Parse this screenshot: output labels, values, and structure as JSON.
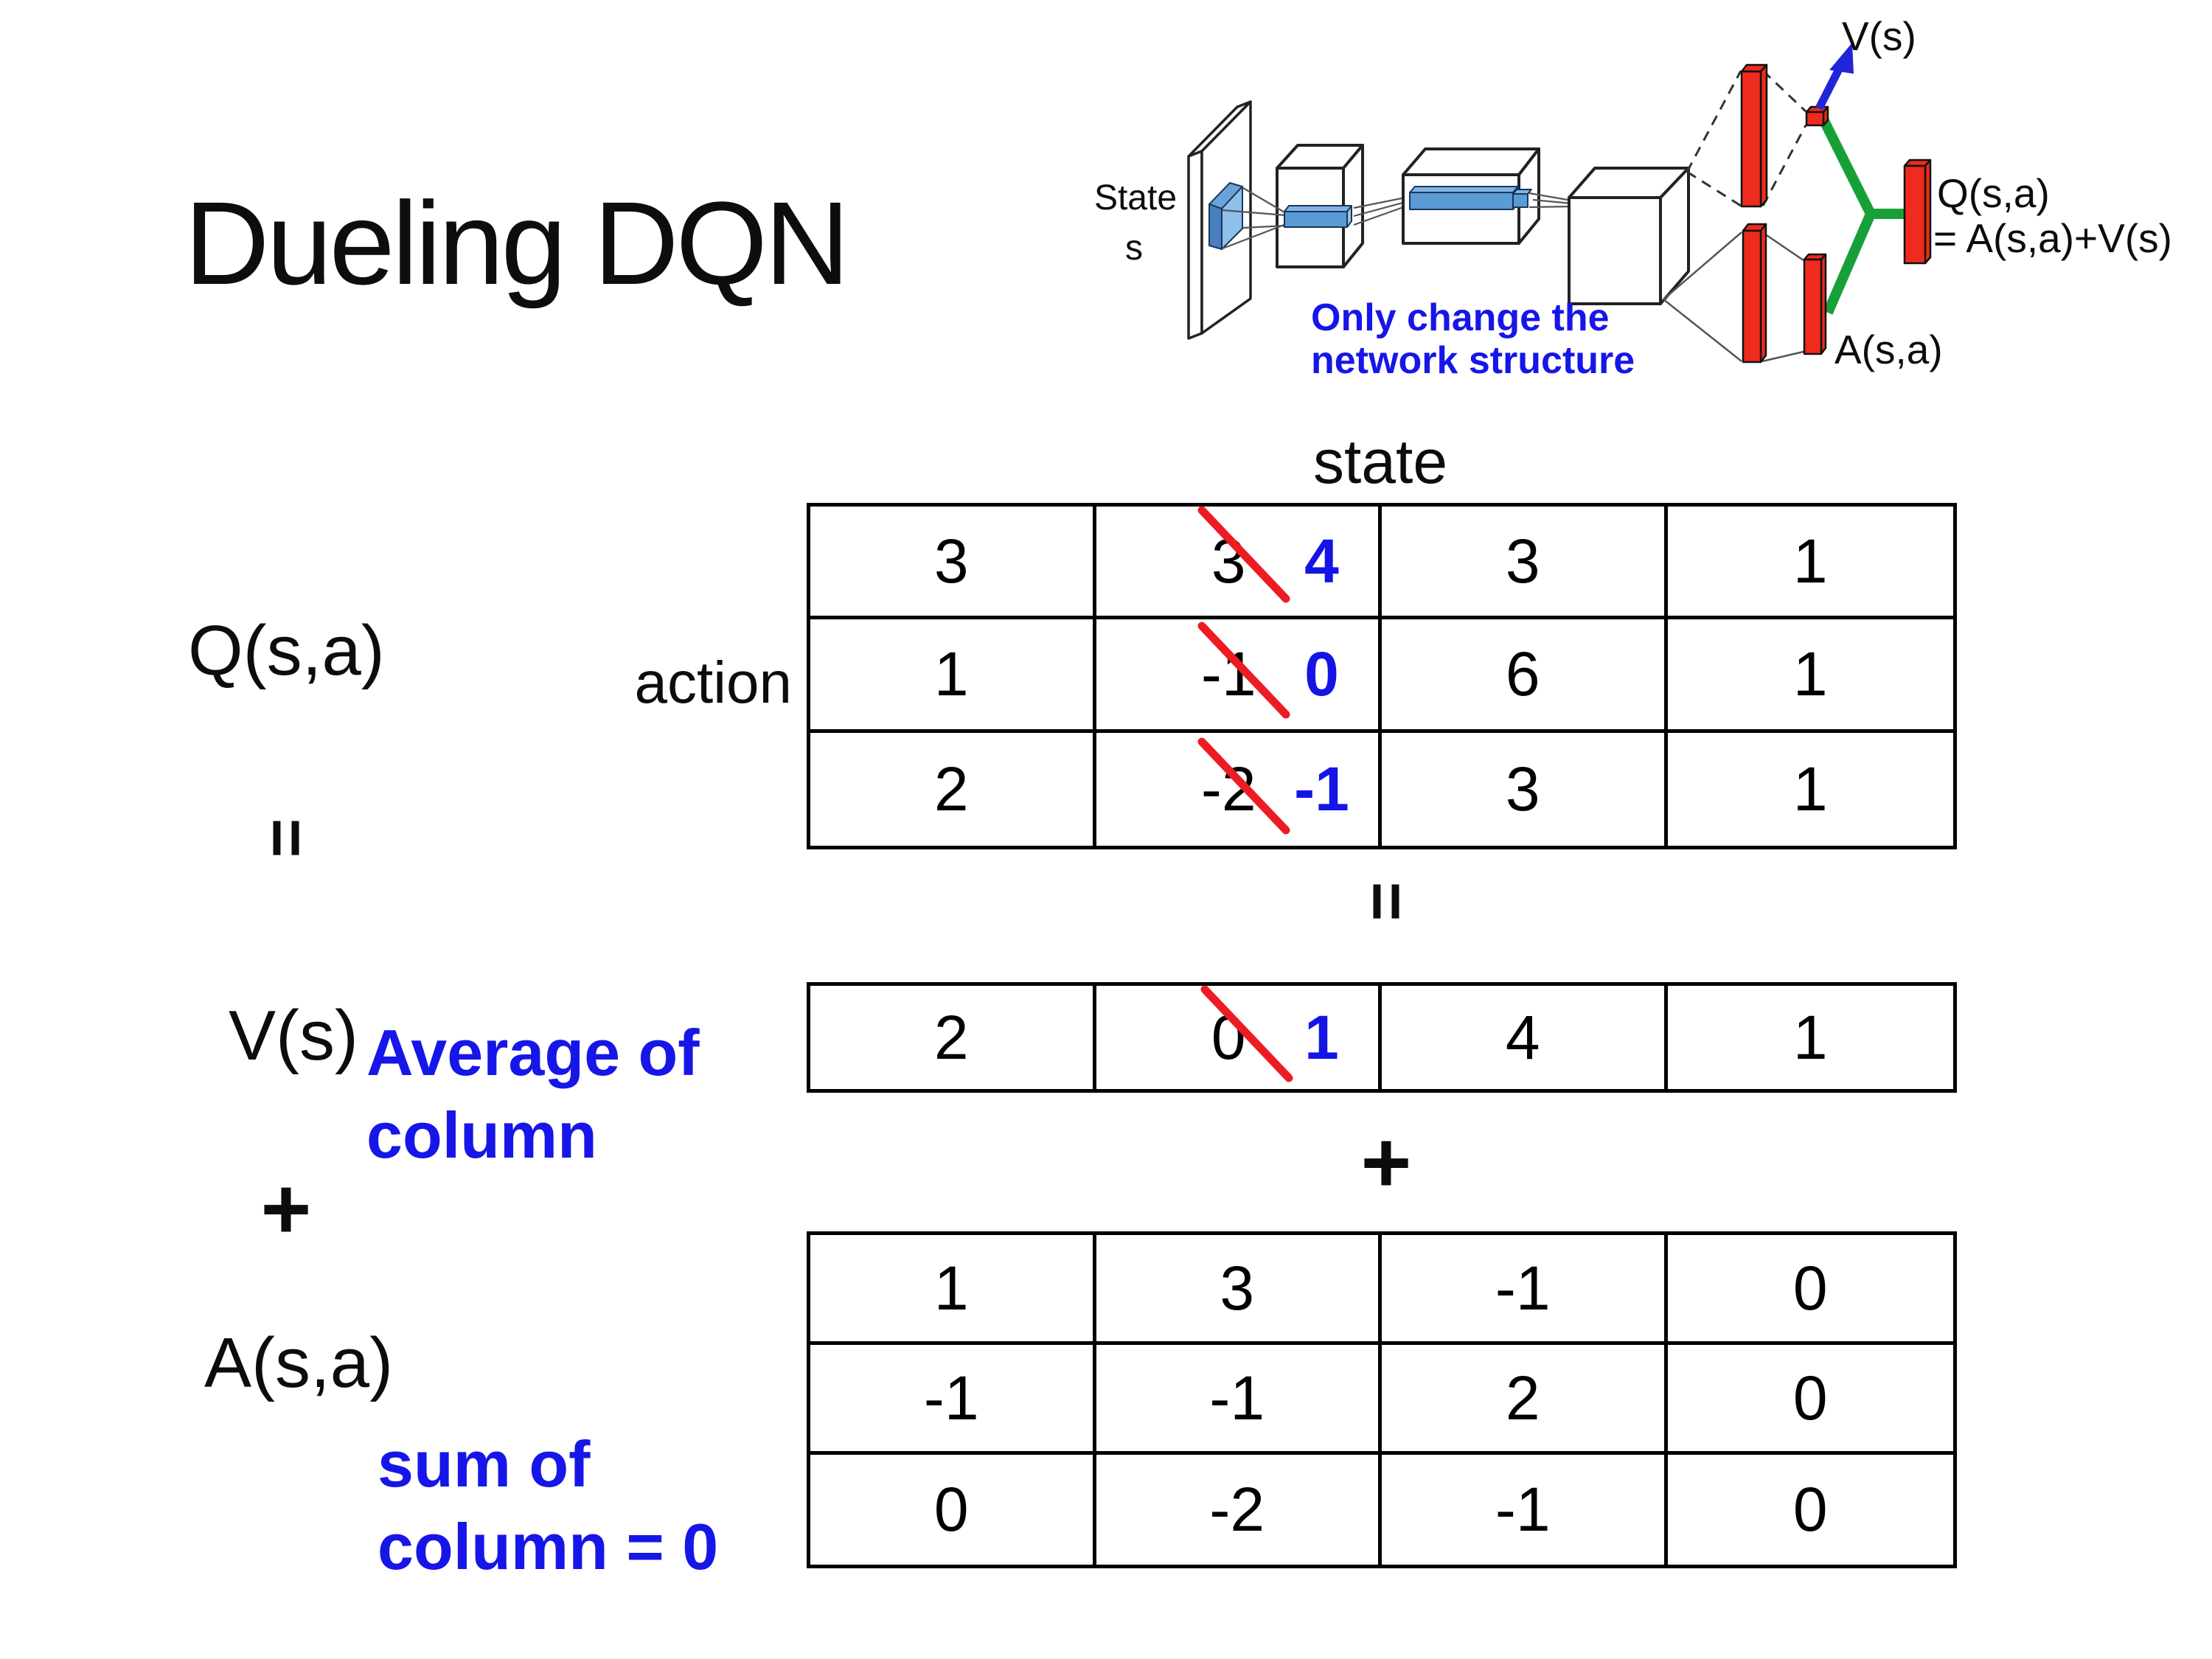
{
  "title": "Dueling DQN",
  "colors": {
    "annotation_blue": "#1616e8",
    "number_blue": "#1414e6",
    "cross_red": "#ed1c24",
    "bar_red": "#ee2b1c",
    "branch_green": "#18a038",
    "arrow_blue": "#2026d8",
    "conv_bar_blue": "#5b9bd5"
  },
  "diagram": {
    "state_label_line1": "State",
    "state_label_line2": "s",
    "v_out_label": "V(s)",
    "q_out_label": "Q(s,a)",
    "q_out_formula": "= A(s,a)+V(s)",
    "a_out_label": "A(s,a)",
    "note_line1": "Only change the",
    "note_line2": "network structure"
  },
  "decomposition": {
    "state_header": "state",
    "action_label": "action",
    "q_label": "Q(s,a)",
    "v_label": "V(s)",
    "a_label": "A(s,a)",
    "equals_left": "=",
    "equals_center": "=",
    "plus_left": "+",
    "plus_center": "+",
    "avg_note_line1": "Average of",
    "avg_note_line2": "column",
    "sum_note_line1": "sum of",
    "sum_note_line2": "column = 0",
    "q_table": {
      "rows": [
        {
          "c1": "3",
          "old": "3",
          "new": "4",
          "c3": "3",
          "c4": "1"
        },
        {
          "c1": "1",
          "old": "-1",
          "new": "0",
          "c3": "6",
          "c4": "1"
        },
        {
          "c1": "2",
          "old": "-2",
          "new": "-1",
          "c3": "3",
          "c4": "1"
        }
      ]
    },
    "v_table": {
      "c1": "2",
      "old": "0",
      "new": "1",
      "c3": "4",
      "c4": "1"
    },
    "a_table": {
      "rows": [
        [
          "1",
          "3",
          "-1",
          "0"
        ],
        [
          "-1",
          "-1",
          "2",
          "0"
        ],
        [
          "0",
          "-2",
          "-1",
          "0"
        ]
      ]
    }
  }
}
